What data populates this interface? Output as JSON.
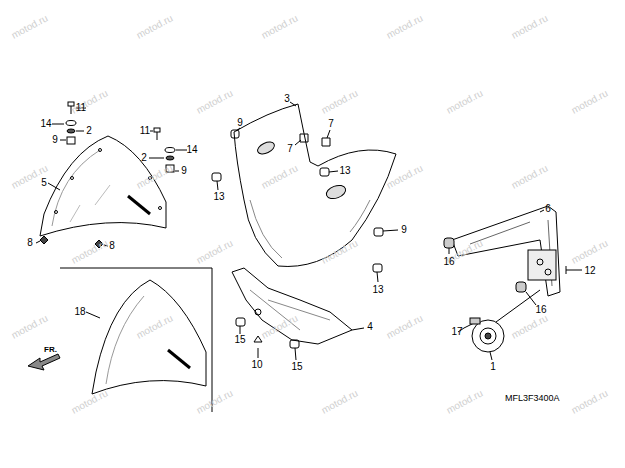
{
  "diagram": {
    "labels": [
      "11",
      "14",
      "2",
      "9",
      "5",
      "8",
      "8",
      "11",
      "2",
      "14",
      "9",
      "3",
      "9",
      "7",
      "7",
      "13",
      "13",
      "9",
      "13",
      "4",
      "15",
      "10",
      "15",
      "6",
      "12",
      "16",
      "16",
      "17",
      "1",
      "18",
      "FR.",
      "MFL3F3400A",
      "motod.ru",
      "motod.ru",
      "motod.ru",
      "motod.ru",
      "motod.ru",
      "motod.ru",
      "motod.ru",
      "motod.ru",
      "motod.ru",
      "motod.ru",
      "motod.ru",
      "motod.ru",
      "motod.ru",
      "motod.ru",
      "motod.ru",
      "motod.ru",
      "motod.ru",
      "motod.ru",
      "motod.ru",
      "motod.ru",
      "motod.ru",
      "motod.ru",
      "motod.ru",
      "motod.ru",
      "motod.ru",
      "motod.ru",
      "motod.ru",
      "motod.ru",
      "motod.ru",
      "motod.ru"
    ]
  }
}
